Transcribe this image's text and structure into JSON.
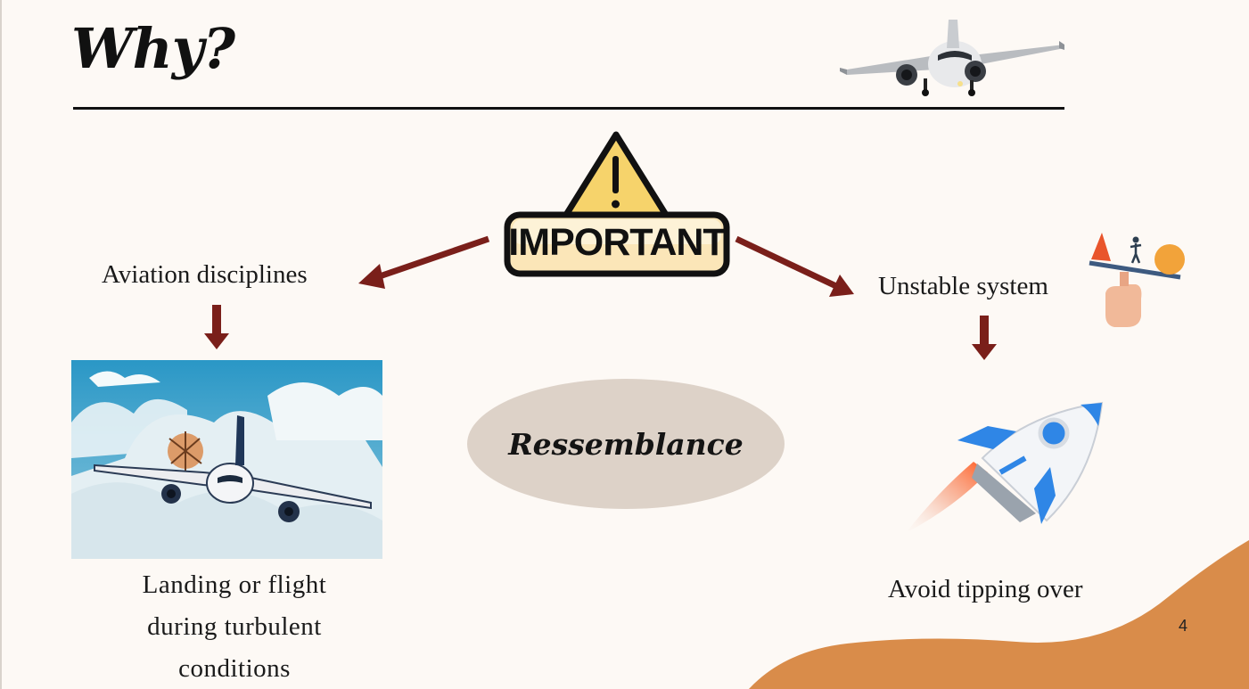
{
  "slide": {
    "title": "Why?",
    "center_badge_text": "IMPORTANT",
    "left_label": "Aviation disciplines",
    "right_label": "Unstable system",
    "left_caption_lines": [
      "Landing or flight",
      "during turbulent",
      "conditions"
    ],
    "right_caption": "Avoid tipping over",
    "center_ellipse_text": "Ressemblance",
    "page_number": "4"
  },
  "colors": {
    "arrow": "#7a1f1a",
    "accent_orange": "#d98c4a",
    "ellipse": "#ddd2c8",
    "warning_yellow": "#f6d36b"
  },
  "icons": [
    "airplane-photo-icon",
    "warning-triangle-icon",
    "balance-hand-icon",
    "rocket-icon",
    "turbulence-illustration"
  ]
}
